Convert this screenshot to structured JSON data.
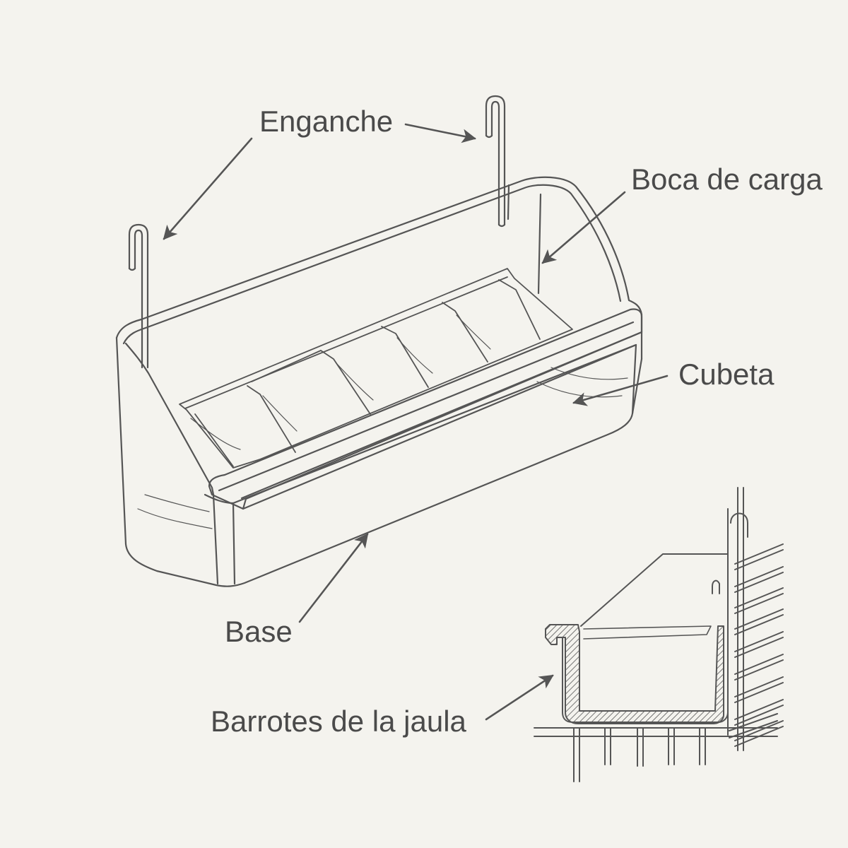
{
  "colors": {
    "background": "#f4f3ee",
    "line": "#555555",
    "text": "#4a4a4a"
  },
  "labels": {
    "hook": "Enganche",
    "loading_mouth": "Boca de carga",
    "tray": "Cubeta",
    "base": "Base",
    "cage_bars": "Barrotes de la jaula"
  }
}
